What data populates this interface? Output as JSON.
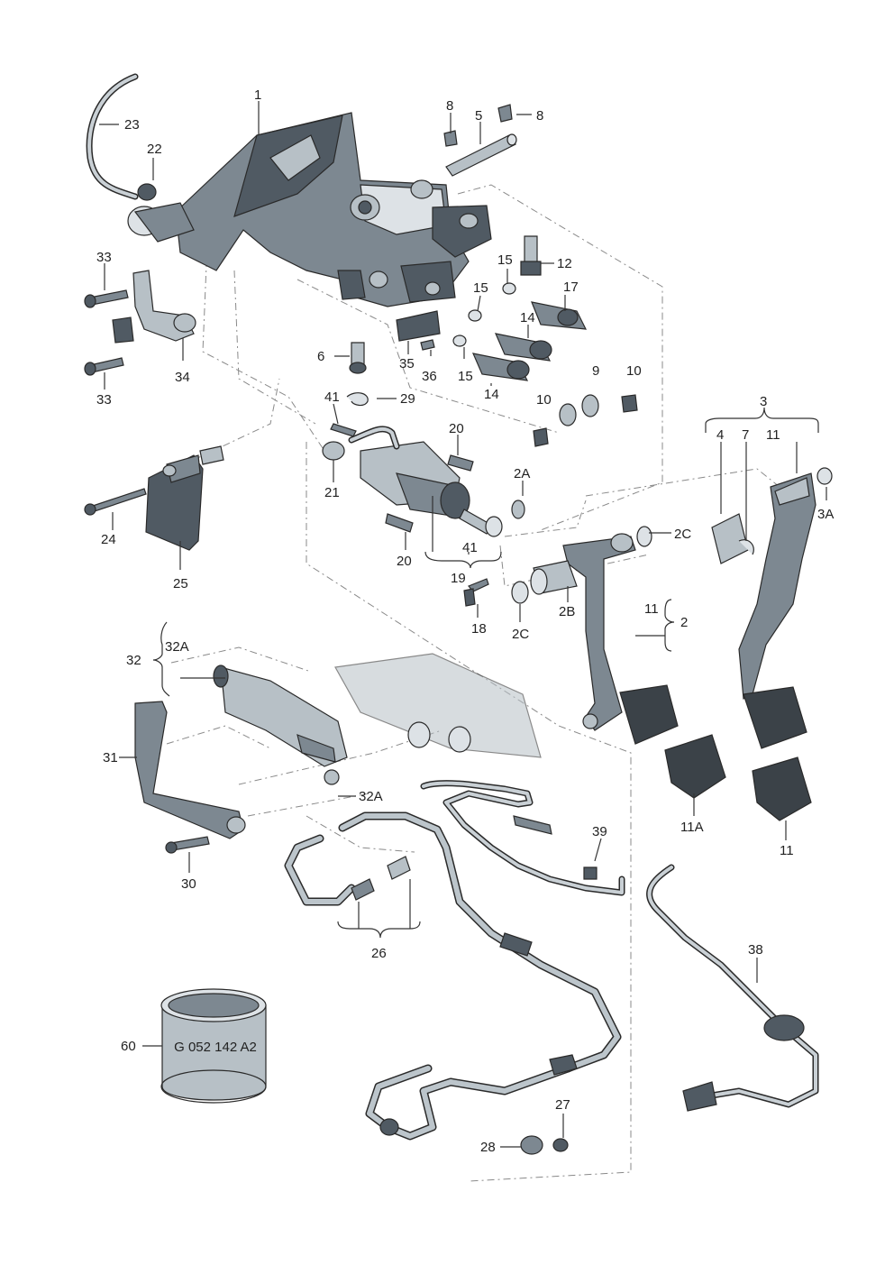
{
  "callouts": {
    "c1": "1",
    "c2": "2",
    "c2A": "2A",
    "c2B": "2B",
    "c2C_top": "2C",
    "c2C_bottom": "2C",
    "c3": "3",
    "c3A": "3A",
    "c4": "4",
    "c5": "5",
    "c6": "6",
    "c7": "7",
    "c8a": "8",
    "c8b": "8",
    "c9": "9",
    "c10a": "10",
    "c10b": "10",
    "c11_top": "11",
    "c11_side": "11",
    "c11_bottom": "11",
    "c11A": "11A",
    "c12": "12",
    "c14a": "14",
    "c14b": "14",
    "c15a": "15",
    "c15b": "15",
    "c15c": "15",
    "c17": "17",
    "c18": "18",
    "c19": "19",
    "c20a": "20",
    "c20b": "20",
    "c21": "21",
    "c22": "22",
    "c23": "23",
    "c24": "24",
    "c25": "25",
    "c26": "26",
    "c27": "27",
    "c28": "28",
    "c29": "29",
    "c30": "30",
    "c31": "31",
    "c32": "32",
    "c32A_top": "32A",
    "c32A_clip": "32A",
    "c33a": "33",
    "c33b": "33",
    "c34": "34",
    "c35": "35",
    "c36": "36",
    "c38": "38",
    "c39": "39",
    "c41a": "41",
    "c41b": "41",
    "c60": "60"
  },
  "grease_can_label": "G 052 142 A2",
  "colors": {
    "metal_dark": "#505a63",
    "metal_mid": "#7d8891",
    "metal_light": "#b7c0c6",
    "rubber": "#3b4248"
  }
}
